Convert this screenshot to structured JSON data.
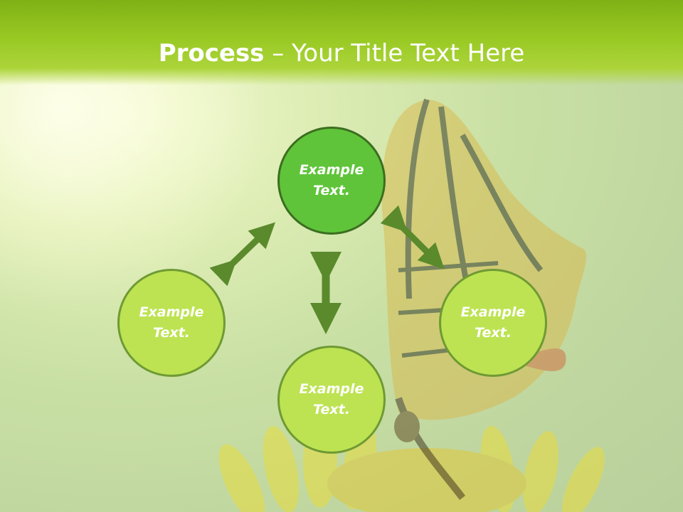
{
  "slide": {
    "title_bold": "Process",
    "title_rest": " – Your Title Text Here"
  },
  "diagram": {
    "nodes": {
      "top": "Example\nText.",
      "left": "Example\nText.",
      "right": "Example\nText.",
      "bottom": "Example\nText."
    }
  },
  "colors": {
    "header": "#8dc21f",
    "node_top": "#5fc43a",
    "node_light": "#bde352",
    "arrow": "#5a8a2c"
  }
}
